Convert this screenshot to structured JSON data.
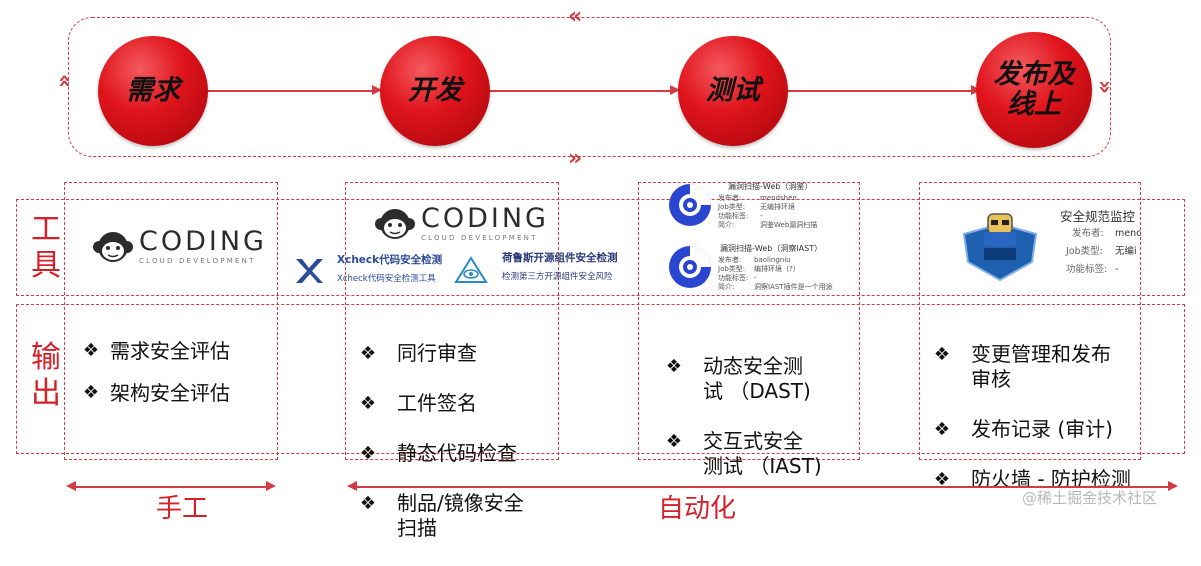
{
  "stages": [
    "需求",
    "开发",
    "测试",
    "发布及\n线上"
  ],
  "row_labels": {
    "tools": "工具",
    "output": "输出"
  },
  "tools": {
    "coding": {
      "word": "CODING",
      "sub": "CLOUD DEVELOPMENT"
    },
    "xcheck": {
      "title": "Xcheck代码安全检测",
      "subtitle": "Xcheck代码安全检测工具"
    },
    "helus": {
      "title": "荷鲁斯开源组件安全检测",
      "subtitle": "检测第三方开源组件安全风险"
    },
    "dast_card": {
      "title": "漏洞扫描-Web（洞鉴）",
      "lines": [
        "发布者:",
        "mendshen",
        "Job类型:",
        "无编排环境",
        "功能标签:",
        "-",
        "简介:",
        "洞鉴Web漏洞扫描"
      ]
    },
    "iast_card": {
      "title": "漏洞扫描-Web（洞察IAST）",
      "lines": [
        "发布者:",
        "baolingniu",
        "Job类型:",
        "编排环境（?）",
        "功能标签:",
        "-",
        "简介:",
        "洞察IAST插件是一个用途"
      ]
    },
    "release_card": {
      "title": "安全规范监控",
      "rows": [
        [
          "发布者:",
          "menc"
        ],
        [
          "Job类型:",
          "无编i"
        ],
        [
          "功能标签:",
          "-"
        ]
      ]
    }
  },
  "outputs": {
    "manual": [
      "需求安全评估",
      "架构安全评估"
    ],
    "dev": [
      "同行审查",
      "工件签名",
      "静态代码检查",
      "制品/镜像安全\n扫描"
    ],
    "test": [
      "动态安全测\n试 （DAST)",
      "交互式安全\n测试 （IAST)"
    ],
    "release": [
      "变更管理和发布\n审核",
      "发布记录 (审计)",
      "防火墙 - 防护检测"
    ]
  },
  "bullet_symbol": "❖",
  "bottom_labels": {
    "manual": "手工",
    "auto": "自动化"
  },
  "watermark": "@稀土掘金技术社区",
  "colors": {
    "accent": "#d5202a",
    "circle": "#e0141c"
  }
}
